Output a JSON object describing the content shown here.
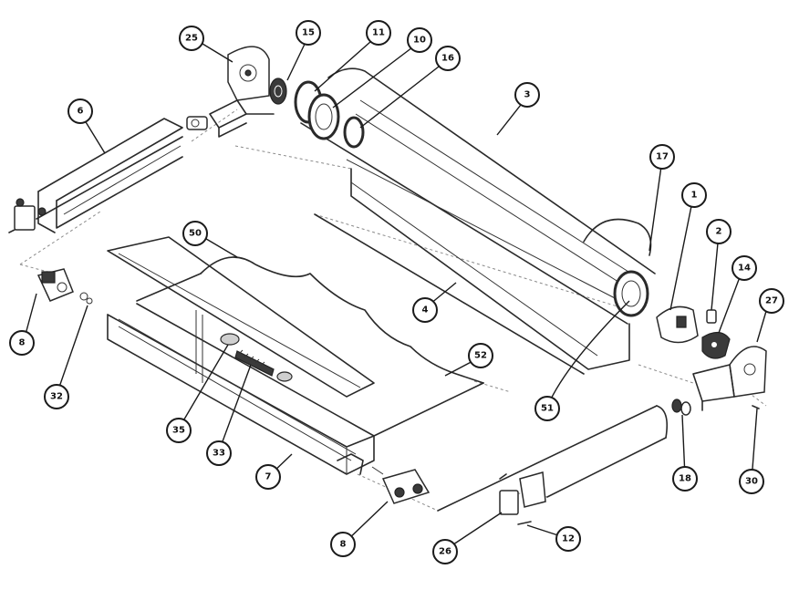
{
  "diagram": {
    "callouts": [
      {
        "id": "c1",
        "label": "1"
      },
      {
        "id": "c2",
        "label": "2"
      },
      {
        "id": "c3",
        "label": "3"
      },
      {
        "id": "c4",
        "label": "4"
      },
      {
        "id": "c6",
        "label": "6"
      },
      {
        "id": "c7",
        "label": "7"
      },
      {
        "id": "c8a",
        "label": "8"
      },
      {
        "id": "c8b",
        "label": "8"
      },
      {
        "id": "c10",
        "label": "10"
      },
      {
        "id": "c11",
        "label": "11"
      },
      {
        "id": "c12",
        "label": "12"
      },
      {
        "id": "c14",
        "label": "14"
      },
      {
        "id": "c15",
        "label": "15"
      },
      {
        "id": "c16",
        "label": "16"
      },
      {
        "id": "c17",
        "label": "17"
      },
      {
        "id": "c18",
        "label": "18"
      },
      {
        "id": "c25",
        "label": "25"
      },
      {
        "id": "c26",
        "label": "26"
      },
      {
        "id": "c27",
        "label": "27"
      },
      {
        "id": "c30",
        "label": "30"
      },
      {
        "id": "c32",
        "label": "32"
      },
      {
        "id": "c33",
        "label": "33"
      },
      {
        "id": "c35",
        "label": "35"
      },
      {
        "id": "c50",
        "label": "50"
      },
      {
        "id": "c51",
        "label": "51"
      },
      {
        "id": "c52",
        "label": "52"
      }
    ]
  }
}
